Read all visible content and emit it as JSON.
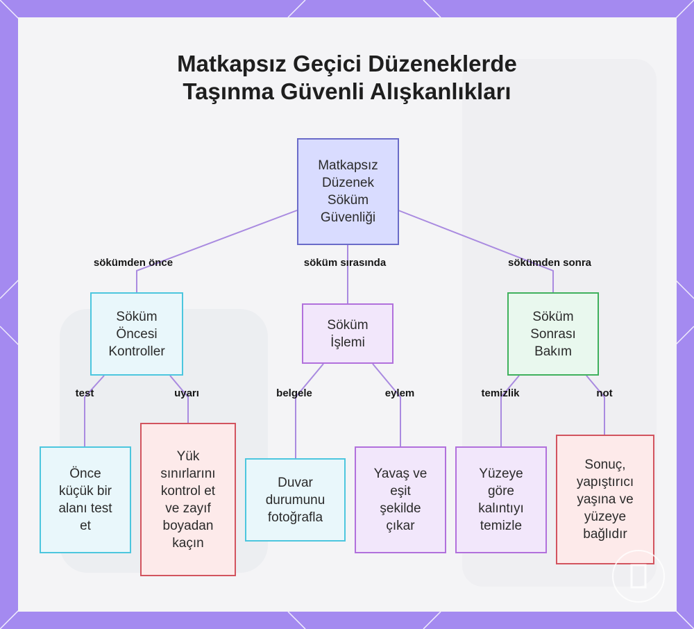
{
  "title_lines": [
    "Matkapsız Geçici Düzeneklerde",
    "Taşınma Güvenli Alışkanlıkları"
  ],
  "colors": {
    "frame": "#a48af0",
    "edge": "#a98ae0",
    "root_fill": "#d9dcff",
    "cyan": "#4cc6de",
    "purple": "#b170dc",
    "green": "#3fb05c",
    "red": "#d2535e"
  },
  "nodes": {
    "root": "Matkapsız\nDüzenek\nSöküm\nGüvenliği",
    "pre": "Söküm\nÖncesi\nKontroller",
    "during": "Söküm\nİşlemi",
    "post": "Söküm\nSonrası\nBakım",
    "pre_test": "Önce\nküçük bir\nalanı test\net",
    "pre_warn": "Yük\nsınırlarını\nkontrol et\nve zayıf\nboyadan\nkaçın",
    "during_doc": "Duvar\ndurumunu\nfotoğrafla",
    "during_act": "Yavaş ve\neşit\nşekilde\nçıkar",
    "post_clean": "Yüzeye\ngöre\nkalıntıyı\ntemizle",
    "post_note": "Sonuç,\nyapıştırıcı\nyaşına ve\nyüzeye\nbağlıdır"
  },
  "edge_labels": {
    "before": "sökümden önce",
    "during": "söküm sırasında",
    "after": "sökümden sonra",
    "test": "test",
    "warning": "uyarı",
    "document": "belgele",
    "action": "eylem",
    "cleaning": "temizlik",
    "note": "not"
  }
}
